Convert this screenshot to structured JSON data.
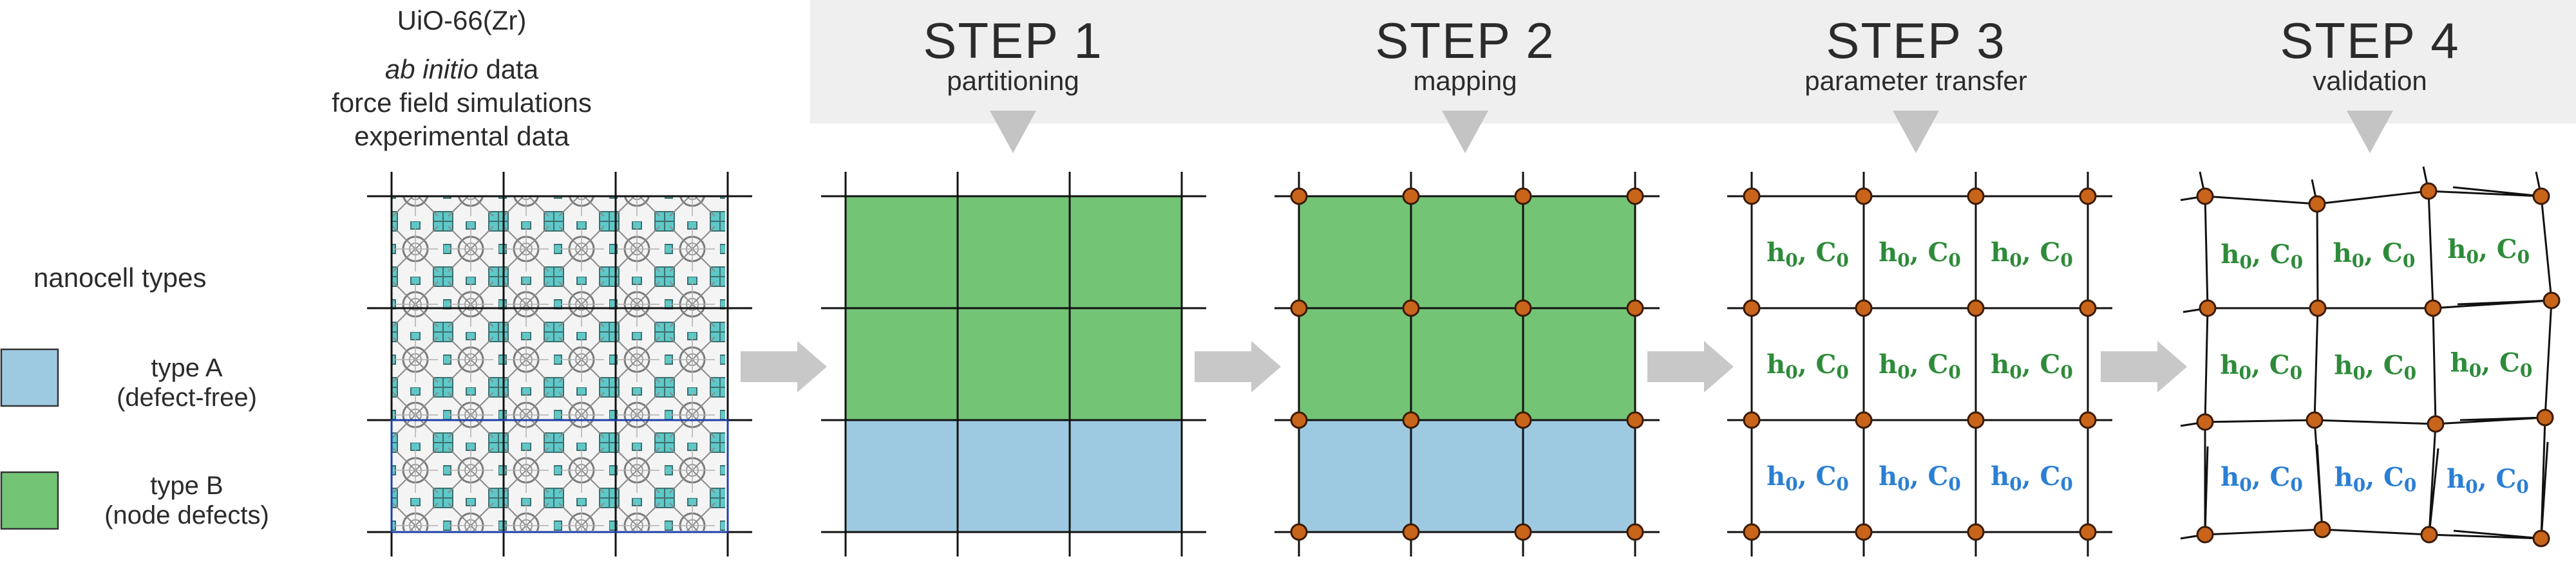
{
  "source": {
    "title": "UiO-66(Zr)",
    "line1_italic": "ab initio",
    "line1_rest": " data",
    "line2": "force field simulations",
    "line3": "experimental data"
  },
  "legend": {
    "title": "nanocell types",
    "type_a_label": "type A",
    "type_a_desc": "(defect-free)",
    "type_b_label": "type B",
    "type_b_desc": "(node defects)"
  },
  "steps": [
    {
      "title": "STEP 1",
      "subtitle": "partitioning"
    },
    {
      "title": "STEP 2",
      "subtitle": "mapping"
    },
    {
      "title": "STEP 3",
      "subtitle": "parameter transfer"
    },
    {
      "title": "STEP 4",
      "subtitle": "validation"
    }
  ],
  "cell_param_text": "h",
  "cell_param_sub": "0",
  "cell_param_sep": ", C",
  "colors": {
    "type_a": "#9ecae1",
    "type_b": "#74c476",
    "node": "#c8651b",
    "banner": "#efefef",
    "arrow": "#c8c8c8",
    "green_text": "#2e8b3a",
    "blue_text": "#2b7fd4"
  }
}
